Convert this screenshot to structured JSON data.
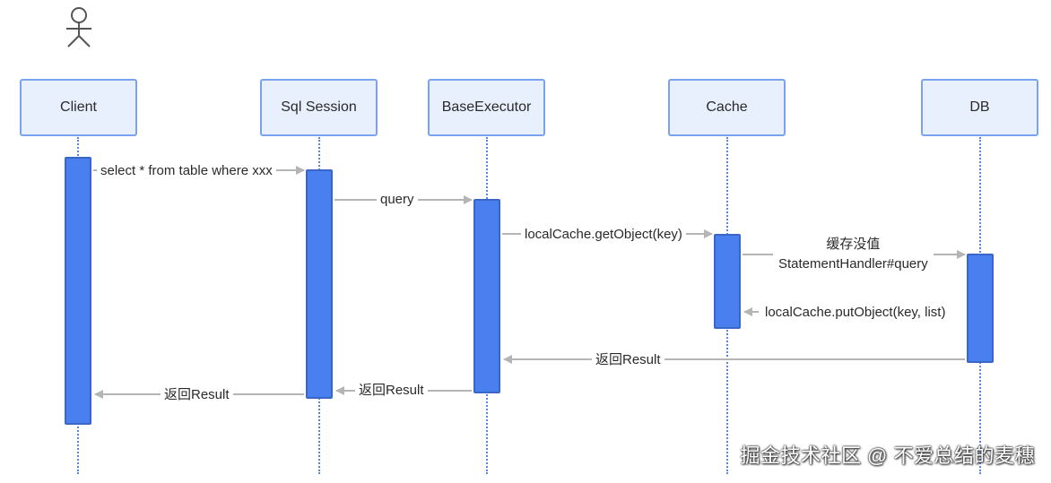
{
  "participants": {
    "client": "Client",
    "sql_session": "Sql Session",
    "base_executor": "BaseExecutor",
    "cache": "Cache",
    "db": "DB"
  },
  "messages": {
    "m1": "select * from table where xxx",
    "m2": "query",
    "m3": "localCache.getObject(key)",
    "m4_line1": "缓存没值",
    "m4_line2": "StatementHandler#query",
    "m5": "localCache.putObject(key, list)",
    "m6": "返回Result",
    "m7": "返回Result",
    "m8": "返回Result"
  },
  "watermark": "掘金技术社区 @ 不爱总结的麦穗",
  "colors": {
    "box_fill": "#e8effd",
    "box_border": "#7ba2ee",
    "activation": "#4a7ff0",
    "lifeline": "#5a86e0",
    "arrow": "#b5b5b5"
  }
}
